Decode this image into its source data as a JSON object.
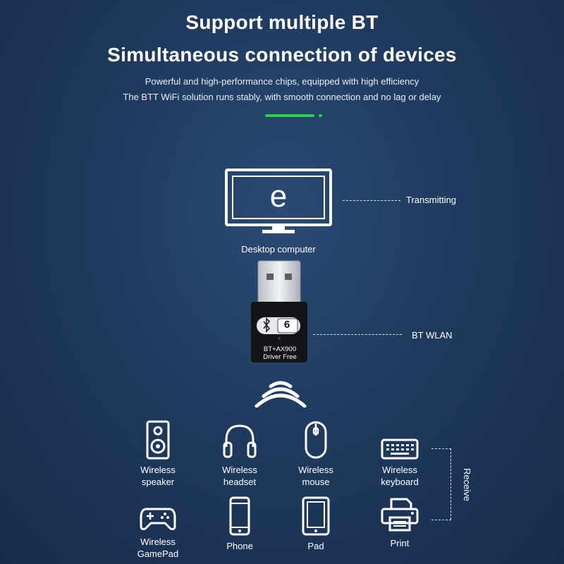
{
  "header": {
    "title_line1": "Support multiple BT",
    "title_line2": "Simultaneous connection of devices",
    "subtitle_line1": "Powerful and high-performance chips, equipped with high efficiency",
    "subtitle_line2": "The BTT WiFi solution runs stably, with smooth connection and no lag or delay"
  },
  "accent_color": "#2bd14a",
  "computer": {
    "label": "Desktop computer",
    "screen_glyph": "e",
    "role": "Transmitting"
  },
  "dongle": {
    "badge_number": "6",
    "text_line1": "BT+AX900",
    "text_line2": "Driver Free",
    "role": "BT WLAN"
  },
  "devices": [
    {
      "icon": "speaker-icon",
      "label1": "Wireless",
      "label2": "speaker"
    },
    {
      "icon": "headset-icon",
      "label1": "Wireless",
      "label2": "headset"
    },
    {
      "icon": "mouse-icon",
      "label1": "Wireless",
      "label2": "mouse"
    },
    {
      "icon": "keyboard-icon",
      "label1": "Wireless",
      "label2": "keyboard"
    },
    {
      "icon": "gamepad-icon",
      "label1": "Wireless",
      "label2": "GamePad"
    },
    {
      "icon": "phone-icon",
      "label1": "Phone",
      "label2": ""
    },
    {
      "icon": "tablet-icon",
      "label1": "Pad",
      "label2": ""
    },
    {
      "icon": "printer-icon",
      "label1": "Print",
      "label2": ""
    }
  ],
  "receive_label": "Receive"
}
